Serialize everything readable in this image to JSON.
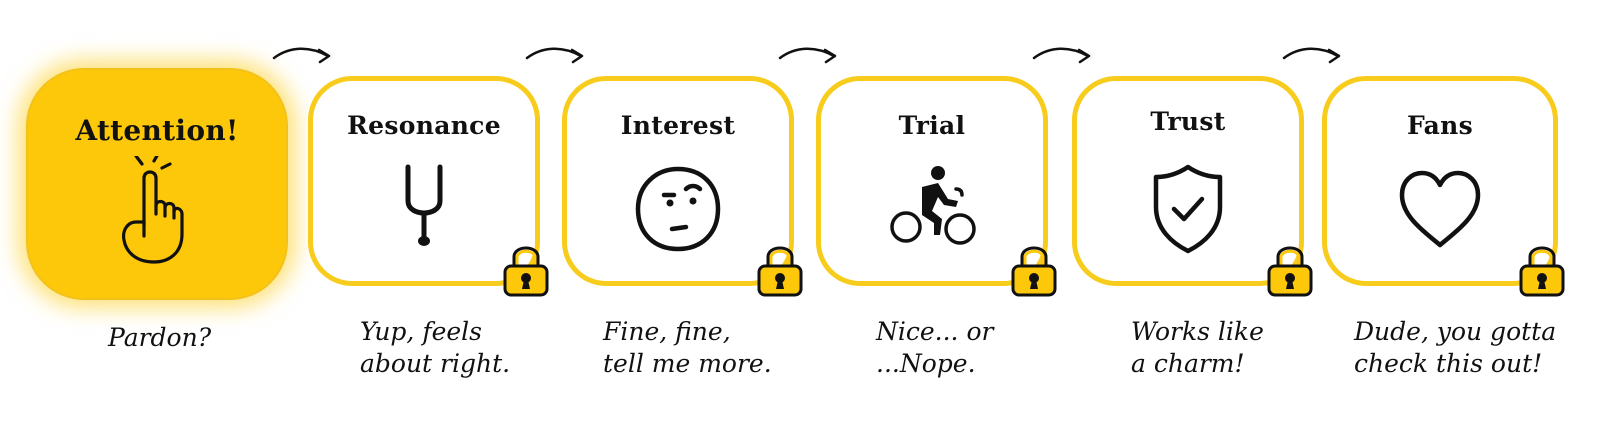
{
  "stages": [
    {
      "title": "Attention!",
      "caption_lines": [
        "Pardon?"
      ],
      "icon": "pointing-hand-icon",
      "locked": false,
      "active": true
    },
    {
      "title": "Resonance",
      "caption_lines": [
        "Yup, feels",
        "about right."
      ],
      "icon": "tuning-fork-icon",
      "locked": true,
      "active": false
    },
    {
      "title": "Interest",
      "caption_lines": [
        "Fine, fine,",
        "tell me more."
      ],
      "icon": "skeptical-face-icon",
      "locked": true,
      "active": false
    },
    {
      "title": "Trial",
      "caption_lines": [
        "Nice... or",
        "...Nope."
      ],
      "icon": "cyclist-icon",
      "locked": true,
      "active": false
    },
    {
      "title": "Trust",
      "caption_lines": [
        "Works like",
        "a charm!"
      ],
      "icon": "shield-check-icon",
      "locked": true,
      "active": false
    },
    {
      "title": "Fans",
      "caption_lines": [
        "Dude, you gotta",
        "check this out!"
      ],
      "icon": "heart-icon",
      "locked": true,
      "active": false
    }
  ],
  "colors": {
    "accent": "#fdc80a",
    "border": "#f8cc1c",
    "ink": "#111111"
  }
}
